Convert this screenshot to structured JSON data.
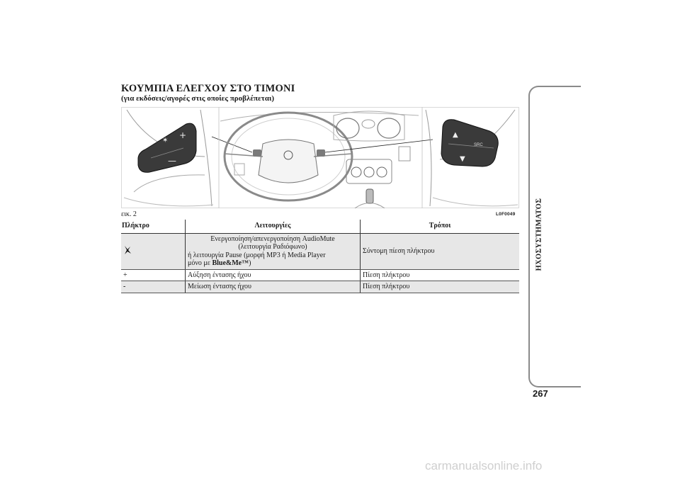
{
  "heading": {
    "title": "ΚΟΥΜΠΙΑ ΕΛΕΓΧΟΥ ΣΤΟ ΤΙΜΟΝΙ",
    "subtitle": "(για εκδόσεις/αγορές στις οποίες προβλέπεται)"
  },
  "figure": {
    "label": "εικ. 2",
    "code": "L0F0049",
    "right_pad_text": "SRC"
  },
  "table": {
    "headers": [
      "Πλήκτρο",
      "Λειτουργίες",
      "Τρόποι"
    ],
    "rows": [
      {
        "key_icon": "mute-icon",
        "func_line1": "Ενεργοποίηση/απενεργοποίηση AudioMute",
        "func_line2": "(λειτουργία Ραδιόφωνο)",
        "func_line3": "ή λειτουργία Pause (μορφή MP3 ή Media Player",
        "func_line4_pre": "μόνο με ",
        "func_line4_bold": "Blue&Me™",
        "func_line4_post": ")",
        "mode": "Σύντομη πίεση πλήκτρου"
      },
      {
        "key": "+",
        "func": "Αύξηση έντασης ήχου",
        "mode": "Πίεση πλήκτρου"
      },
      {
        "key": "-",
        "func": "Μείωση έντασης ήχου",
        "mode": "Πίεση πλήκτρου"
      }
    ]
  },
  "sidebar": {
    "section": "ΗΧΟΣΥΣΤΗΜΑΤΟΣ",
    "page_number": "267"
  },
  "watermark": "carmanualsonline.info"
}
